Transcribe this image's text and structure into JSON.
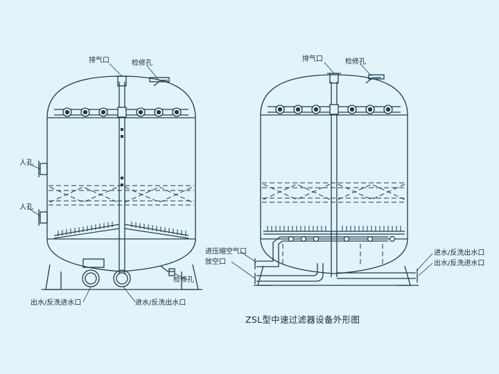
{
  "colors": {
    "background": "#e2f3fa",
    "line": "#1f3b4a"
  },
  "left_vessel": {
    "vent_label": "排气口",
    "inspection_top_label": "检修孔",
    "manhole_upper_label": "人孔",
    "manhole_lower_label": "人孔",
    "inspection_bottom_label": "检修孔",
    "outlet_label": "出水/反洗进水口",
    "inlet_label": "进水/反洗出水口"
  },
  "right_vessel": {
    "vent_label": "排气口",
    "inspection_top_label": "检修孔",
    "air_inlet_label": "进压缩空气口",
    "drain_label": "放空口",
    "inlet_label": "进水/反洗出水口",
    "outlet_label": "出水/反洗进水口"
  },
  "caption": "ZSL型中速过滤器设备外形图"
}
